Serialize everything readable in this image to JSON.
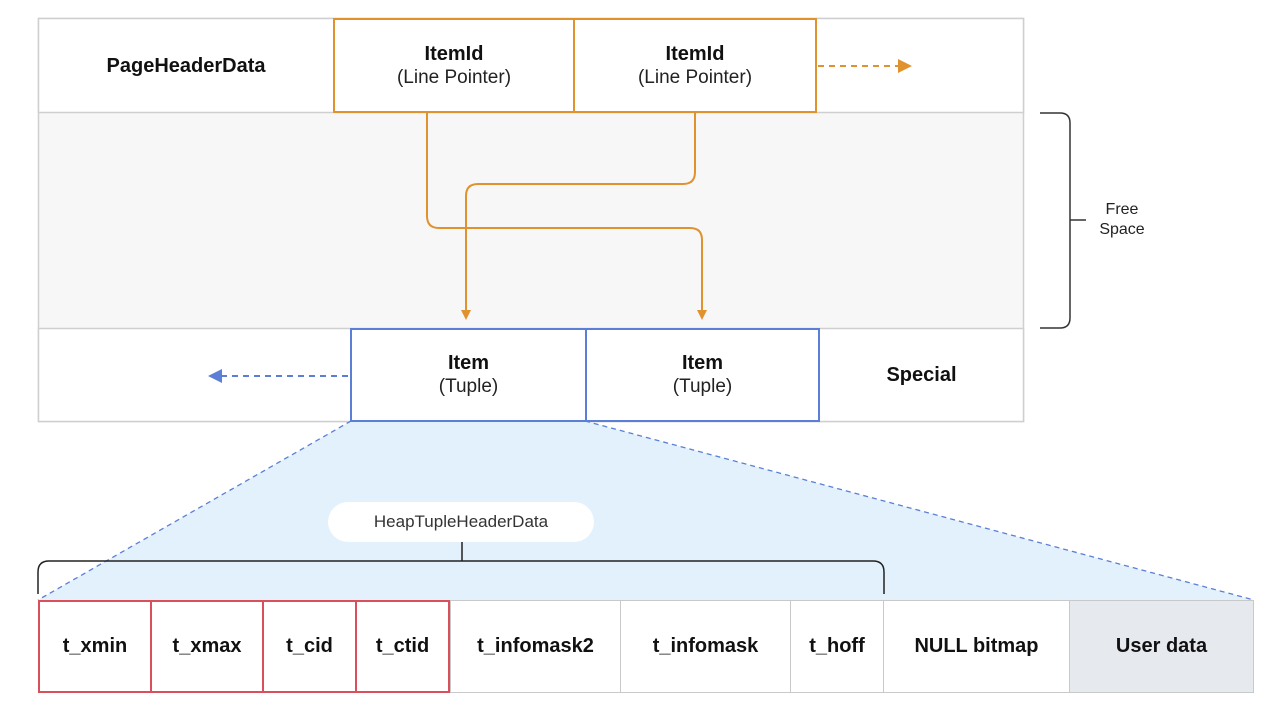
{
  "page_header": {
    "label": "PageHeaderData"
  },
  "item_ids": [
    {
      "title": "ItemId",
      "subtitle": "(Line Pointer)"
    },
    {
      "title": "ItemId",
      "subtitle": "(Line Pointer)"
    }
  ],
  "items": [
    {
      "title": "Item",
      "subtitle": "(Tuple)"
    },
    {
      "title": "Item",
      "subtitle": "(Tuple)"
    }
  ],
  "special": {
    "label": "Special"
  },
  "free_space": {
    "line1": "Free",
    "line2": "Space"
  },
  "heap_tuple_header": {
    "label": "HeapTupleHeaderData"
  },
  "tuple_fields": [
    {
      "label": "t_xmin"
    },
    {
      "label": "t_xmax"
    },
    {
      "label": "t_cid"
    },
    {
      "label": "t_ctid"
    },
    {
      "label": "t_infomask2"
    },
    {
      "label": "t_infomask"
    },
    {
      "label": "t_hoff"
    },
    {
      "label": "NULL bitmap"
    },
    {
      "label": "User data"
    }
  ],
  "colors": {
    "line_pointer": "#e0922f",
    "tuple": "#5b7fd6",
    "header_field": "#d94f5c",
    "page_bg": "#f7f7f7",
    "zoom_fill": "#e3f1fc"
  }
}
